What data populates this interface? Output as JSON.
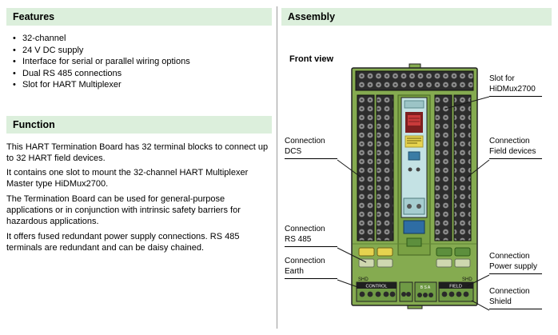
{
  "colors": {
    "header-bg": "#dcefdc",
    "board-green": "#85ab50",
    "module-cyan": "#c4e2e4",
    "display-red": "#c83a3a",
    "label-yellow": "#e6d34f"
  },
  "left": {
    "features": {
      "title": "Features",
      "items": [
        "32-channel",
        "24 V DC supply",
        "Interface for serial or parallel wiring options",
        "Dual RS 485 connections",
        "Slot for HART Multiplexer"
      ]
    },
    "function": {
      "title": "Function",
      "paragraphs": [
        "This HART Termination Board has 32 terminal blocks to connect up to 32 HART field devices.",
        "It contains one slot to mount the 32-channel HART Multiplexer Master type HiDMux2700.",
        "The Termination Board can be used for general-purpose applications or in conjunction with intrinsic safety barriers for hazardous applications.",
        "It offers fused redundant power supply connections. RS 485 terminals are redundant and can be daisy chained."
      ]
    }
  },
  "right": {
    "title": "Assembly",
    "front_view": "Front view",
    "callouts": {
      "slot": "Slot for HiDMux2700",
      "dcs": "Connection DCS",
      "field_devices": "Connection Field devices",
      "rs485": "Connection RS 485",
      "earth": "Connection Earth",
      "power": "Connection Power supply",
      "shield": "Connection Shield"
    },
    "board_text": {
      "control": "CONTROL",
      "field": "FIELD",
      "shd": "SHD",
      "bsa": "B S A"
    }
  }
}
